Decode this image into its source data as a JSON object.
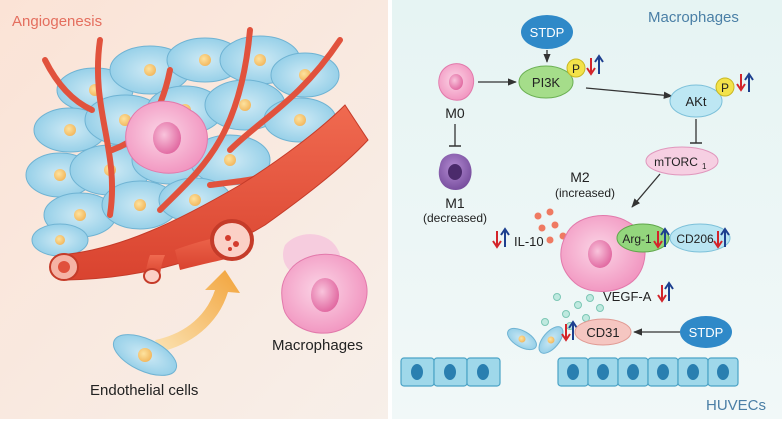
{
  "left_panel": {
    "title": "Angiogenesis",
    "macrophages_label": "Macrophages",
    "endothelial_label": "Endothelial cells"
  },
  "right_panel": {
    "title": "Macrophages",
    "stdp_top": "STDP",
    "pi3k": "PI3K",
    "akt": "AKt",
    "p1": "P",
    "p2": "P",
    "mtorc": "mTORC",
    "mtorc_sub": "1",
    "m0": "M0",
    "m1": "M1",
    "m1_note": "(decreased)",
    "m2": "M2",
    "m2_note": "(increased)",
    "il10": "IL-10",
    "arg1": "Arg-1",
    "cd206": "CD206",
    "vegfa": "VEGF-A",
    "cd31": "CD31",
    "stdp_bottom": "STDP",
    "huvecs": "HUVECs"
  },
  "colors": {
    "left_bg": "#fbe7dc",
    "right_bg": "#e9f5f4",
    "vessel": "#ec5a45",
    "title_red": "#e46e5e",
    "title_blue": "#4a7fa6",
    "stdp_fill": "#2f89c8",
    "pi3k_fill": "#a5dd8a",
    "akt_fill": "#bde7f3",
    "p_fill": "#f3e24a",
    "mtorc_fill": "#f6cfe2",
    "arg_fill": "#93d67d",
    "cd206_fill": "#b9e5f2",
    "cd31_fill": "#f5c6c1",
    "up_arrow": "#1d3f8f",
    "down_arrow": "#d3242a"
  }
}
